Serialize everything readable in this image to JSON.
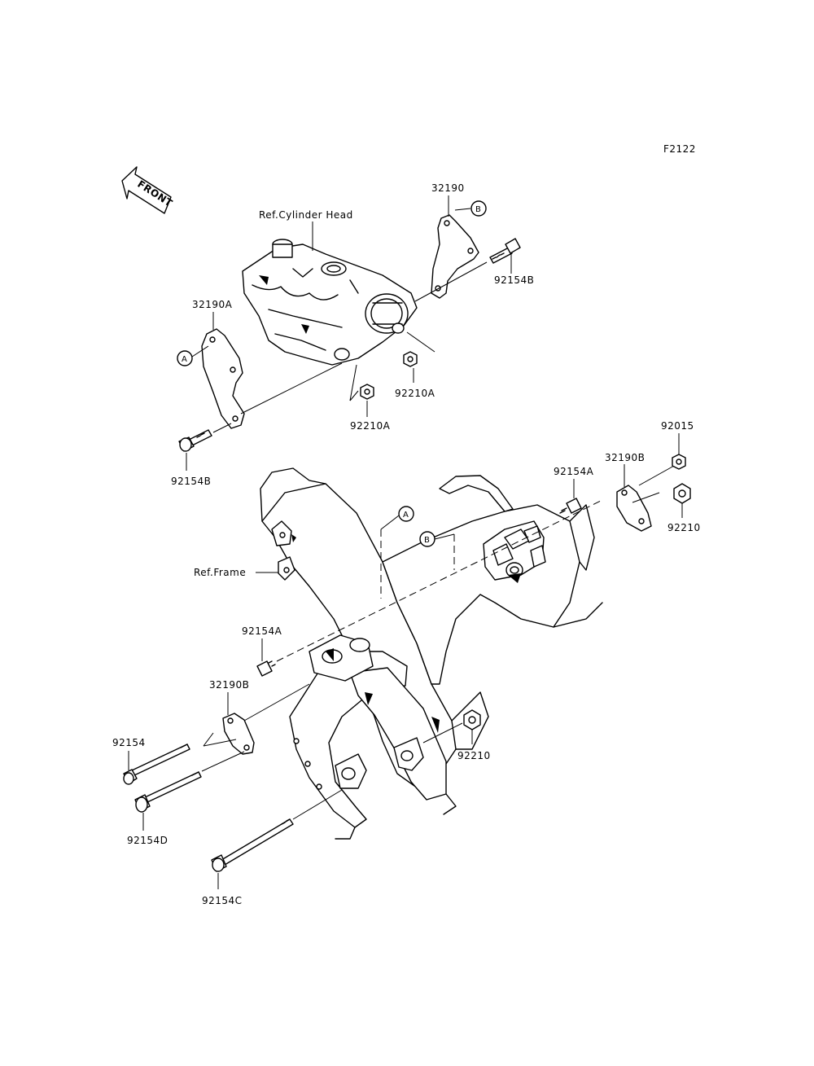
{
  "figure_code": "F2122",
  "front_arrow": {
    "text": "FRONT"
  },
  "refs": {
    "cylinder_head": "Ref.Cylinder Head",
    "frame": "Ref.Frame"
  },
  "callouts": {
    "a_top": "A",
    "b_top": "B",
    "a_frame": "A",
    "b_frame": "B"
  },
  "parts": {
    "p32190": "32190",
    "p32190A": "32190A",
    "p92154B_top": "92154B",
    "p92154B_left": "92154B",
    "p92210A_upper": "92210A",
    "p92210A_lower": "92210A",
    "p92015": "92015",
    "p32190B_right": "32190B",
    "p92154A_right": "92154A",
    "p92210_right": "92210",
    "p92154A_left": "92154A",
    "p32190B_left": "32190B",
    "p92154": "92154",
    "p92154D": "92154D",
    "p92210_center": "92210",
    "p92154C": "92154C"
  }
}
